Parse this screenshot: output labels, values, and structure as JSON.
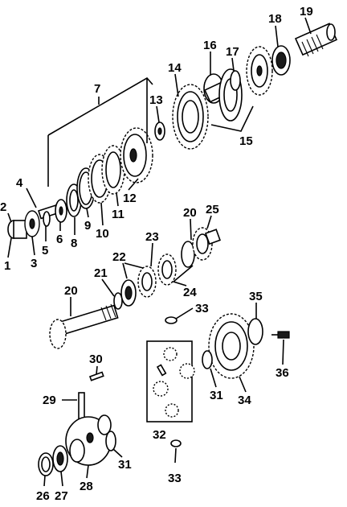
{
  "callouts": {
    "c1": "1",
    "c2": "2",
    "c3": "3",
    "c4": "4",
    "c5": "5",
    "c6": "6",
    "c7": "7",
    "c8": "8",
    "c9": "9",
    "c10": "10",
    "c11": "11",
    "c12": "12",
    "c13": "13",
    "c14": "14",
    "c15": "15",
    "c16": "16",
    "c17": "17",
    "c18": "18",
    "c19": "19",
    "c20a": "20",
    "c20b": "20",
    "c21": "21",
    "c22": "22",
    "c23": "23",
    "c24": "24",
    "c25": "25",
    "c26": "26",
    "c27": "27",
    "c28": "28",
    "c29": "29",
    "c30": "30",
    "c31a": "31",
    "c31b": "31",
    "c32": "32",
    "c33a": "33",
    "c33b": "33",
    "c34": "34",
    "c35": "35",
    "c36": "36"
  }
}
